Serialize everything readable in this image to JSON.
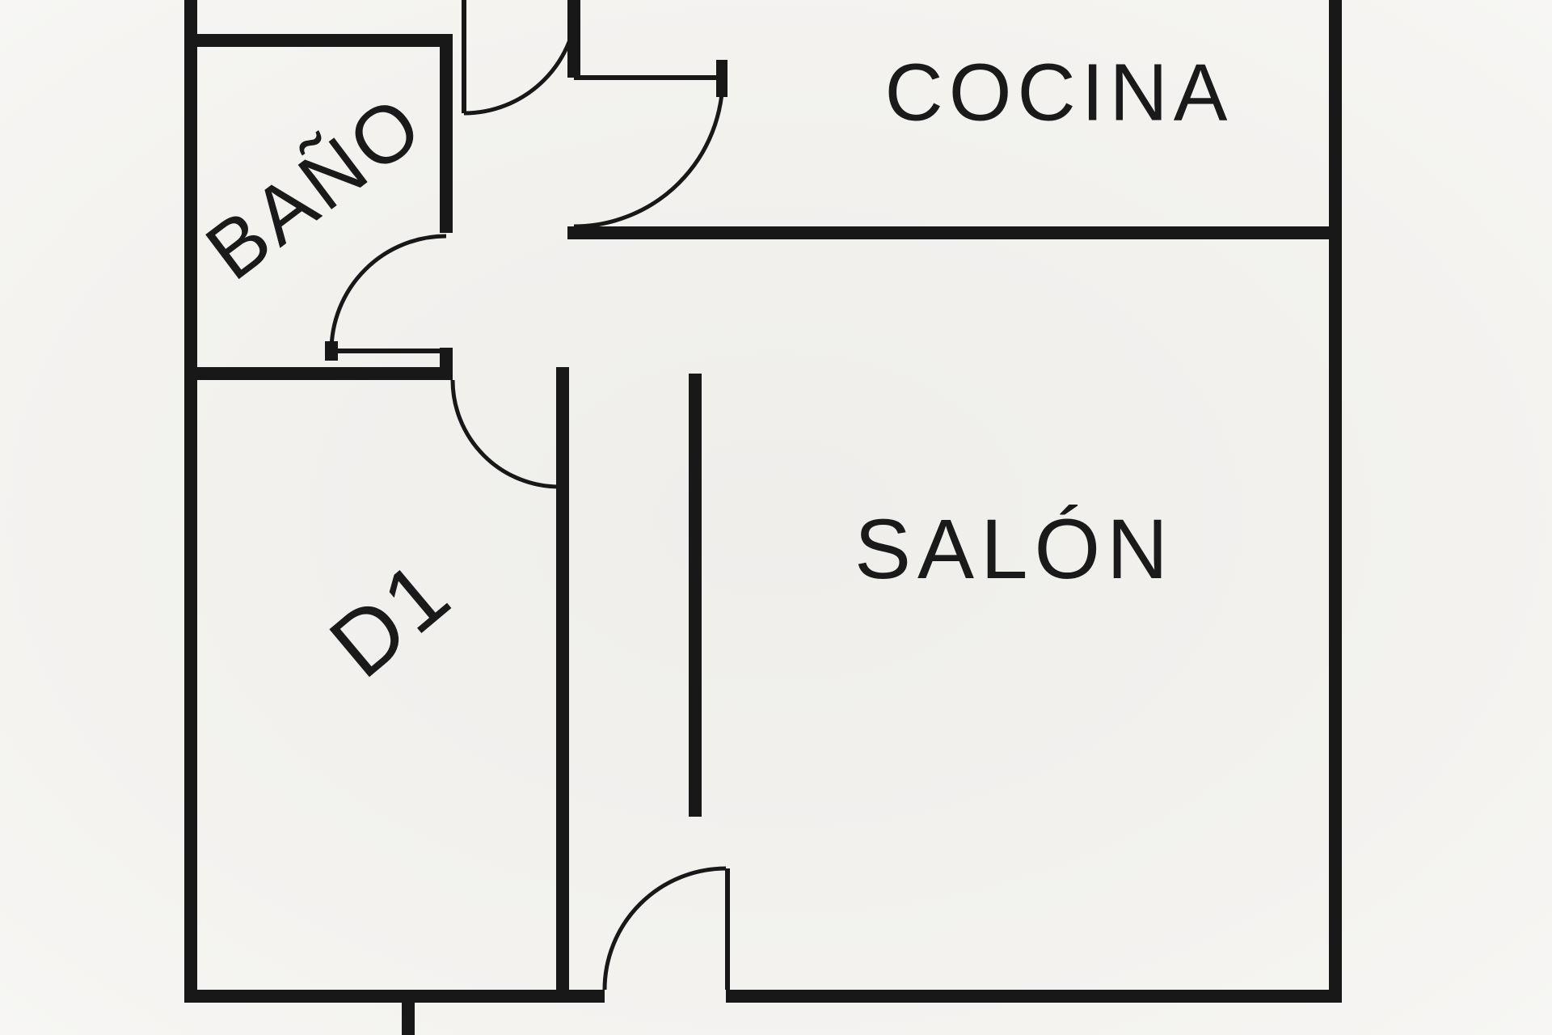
{
  "diagram": {
    "type": "floor-plan",
    "background_color": "#f3f2ef",
    "wall_color": "#181818",
    "text_color": "#1a1a1a",
    "rooms": [
      {
        "id": "cocina",
        "label": "COCINA",
        "rotation_deg": 0
      },
      {
        "id": "bano",
        "label": "BAÑO",
        "rotation_deg": -37
      },
      {
        "id": "d1",
        "label": "D1",
        "rotation_deg": -40
      },
      {
        "id": "salon",
        "label": "SALÓN",
        "rotation_deg": 0
      }
    ],
    "doors": [
      {
        "id": "entrance-door",
        "location": "top-hallway"
      },
      {
        "id": "cocina-door",
        "location": "cocina-left"
      },
      {
        "id": "bano-door",
        "location": "bano-right"
      },
      {
        "id": "d1-door",
        "location": "d1-top"
      },
      {
        "id": "salon-ext-door",
        "location": "bottom-wall"
      }
    ]
  }
}
